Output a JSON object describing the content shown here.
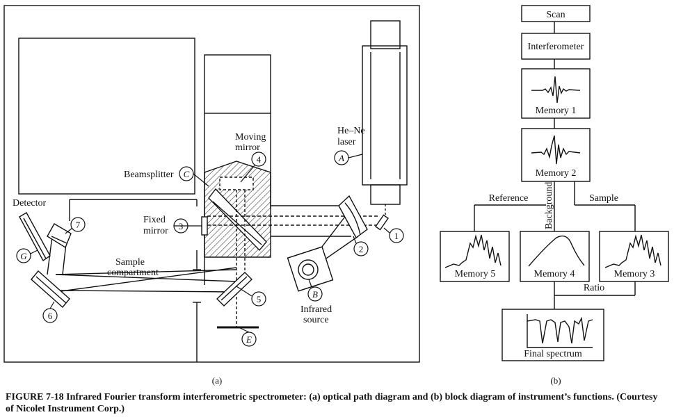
{
  "panel_a": {
    "labels": {
      "he_ne_laser_line1": "He–Ne",
      "he_ne_laser_line2": "laser",
      "moving_mirror_line1": "Moving",
      "moving_mirror_line2": "mirror",
      "beamsplitter": "Beamsplitter",
      "fixed_mirror_line1": "Fixed",
      "fixed_mirror_line2": "mirror",
      "detector": "Detector",
      "sample_compartment_line1": "Sample",
      "sample_compartment_line2": "compartment",
      "infrared_source_line1": "Infrared",
      "infrared_source_line2": "source"
    },
    "markers": {
      "A": "A",
      "B": "B",
      "C": "C",
      "E": "E",
      "G": "G",
      "n1": "1",
      "n2": "2",
      "n3": "3",
      "n4": "4",
      "n5": "5",
      "n6": "6",
      "n7": "7"
    },
    "panel_label": "(a)"
  },
  "panel_b": {
    "blocks": {
      "scan": "Scan",
      "interferometer": "Interferometer",
      "memory1": "Memory 1",
      "memory2": "Memory 2",
      "memory3": "Memory 3",
      "memory4": "Memory 4",
      "memory5": "Memory 5",
      "final_spectrum": "Final spectrum"
    },
    "branches": {
      "reference": "Reference",
      "background": "Background",
      "sample": "Sample",
      "ratio": "Ratio"
    },
    "panel_label": "(b)"
  },
  "caption": {
    "figure_number": "FIGURE 7-18",
    "text": "Infrared Fourier transform interferometric spectrometer: (a) optical path diagram and (b) block diagram of instrument’s functions. (Courtesy of Nicolet Instrument Corp.)"
  }
}
